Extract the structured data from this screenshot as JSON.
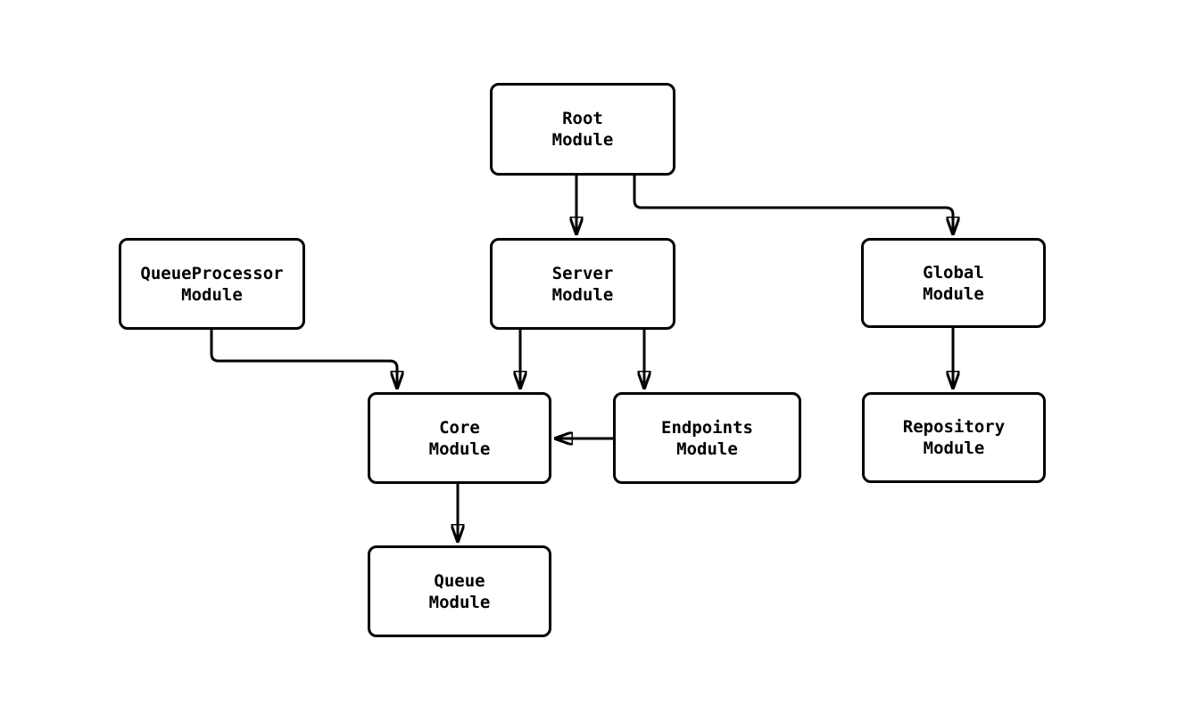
{
  "diagram": {
    "kind": "module-dependency-flowchart",
    "colors": {
      "background": "#ffffff",
      "node_fill": "#ffffff",
      "node_border": "#000000",
      "edge": "#000000",
      "text": "#000000"
    },
    "nodes": [
      {
        "id": "root",
        "label": "Root\nModule"
      },
      {
        "id": "server",
        "label": "Server\nModule"
      },
      {
        "id": "global",
        "label": "Global\nModule"
      },
      {
        "id": "queue_processor",
        "label": "QueueProcessor\nModule"
      },
      {
        "id": "core",
        "label": "Core\nModule"
      },
      {
        "id": "endpoints",
        "label": "Endpoints\nModule"
      },
      {
        "id": "repository",
        "label": "Repository\nModule"
      },
      {
        "id": "queue",
        "label": "Queue\nModule"
      }
    ],
    "edges": [
      {
        "from": "Root Module",
        "to": "Server Module"
      },
      {
        "from": "Root Module",
        "to": "Global Module"
      },
      {
        "from": "QueueProcessor Module",
        "to": "Core Module"
      },
      {
        "from": "Server Module",
        "to": "Core Module"
      },
      {
        "from": "Server Module",
        "to": "Endpoints Module"
      },
      {
        "from": "Endpoints Module",
        "to": "Core Module"
      },
      {
        "from": "Global Module",
        "to": "Repository Module"
      },
      {
        "from": "Core Module",
        "to": "Queue Module"
      }
    ]
  }
}
